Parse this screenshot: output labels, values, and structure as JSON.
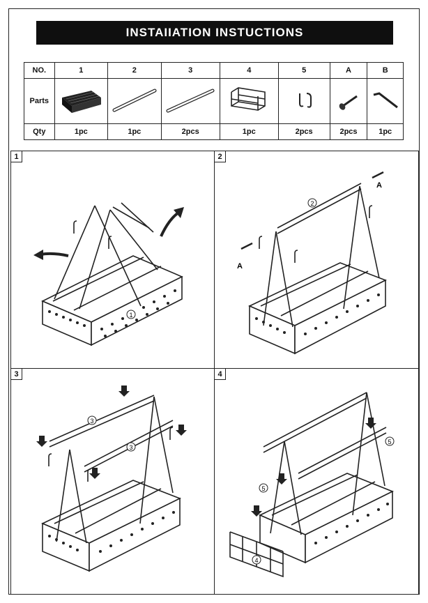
{
  "title": "INSTAIIATION INSTUCTIONS",
  "table": {
    "headers": [
      "NO.",
      "1",
      "2",
      "3",
      "4",
      "5",
      "A",
      "B"
    ],
    "parts_label": "Parts",
    "qty_label": "Qty",
    "qty": [
      "1pc",
      "1pc",
      "2pcs",
      "1pc",
      "2pcs",
      "2pcs",
      "1pc"
    ]
  },
  "steps": [
    {
      "number": "1",
      "callouts": [
        "1"
      ]
    },
    {
      "number": "2",
      "callouts": [
        "2",
        "A",
        "A"
      ]
    },
    {
      "number": "3",
      "callouts": [
        "3",
        "3"
      ]
    },
    {
      "number": "4",
      "callouts": [
        "5",
        "5",
        "4"
      ]
    }
  ]
}
